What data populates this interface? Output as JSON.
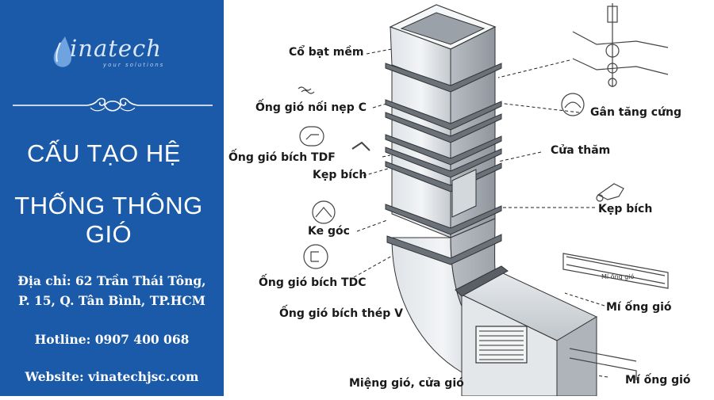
{
  "brand": {
    "logo_text": "inatech",
    "logo_tagline": "your solutions",
    "logo_color": "#dbe8fb"
  },
  "title": {
    "line1": "CẤU TẠO  HỆ",
    "line2": "THỐNG THÔNG GIÓ"
  },
  "contact": {
    "address_line1": "Địa chỉ: 62 Trần Thái Tông,",
    "address_line2": "P. 15, Q. Tân Bình, TP.HCM",
    "hotline": "Hotline: 0907 400 068",
    "website": "Website: vinatechjsc.com"
  },
  "diagram_labels": {
    "co_bat_mem": "Cổ bạt mềm",
    "ong_gio_noi_nep_c": "Ống gió nối nẹp C",
    "ong_gio_bich_tdf": "Ống gió bích TDF",
    "kep_bich_left": "Kẹp bích",
    "ke_goc": "Ke góc",
    "ong_gio_bich_tdc": "Ống gió bích TDC",
    "ong_gio_bich_thep_v": "Ống gió bích thép V",
    "mieng_gio_cua_gio": "Miệng gió, cửa gió",
    "gan_tang_cung": "Gân tăng cứng",
    "cua_tham": "Cửa thăm",
    "kep_bich_right": "Kẹp bích",
    "mi_ong_gio_small": "Mí ống gió",
    "mi_ong_gio_1": "Mí ống gió",
    "mi_ong_gio_2": "Mí ống gió"
  },
  "colors": {
    "panel_blue": "#1a5aa8",
    "text_dark": "#1a1a1a",
    "duct_light": "#eef0f2",
    "duct_mid": "#c9ced3",
    "duct_dark": "#8e959c",
    "flange": "#5a5f66"
  },
  "icons": [
    "water-drop-logo-icon",
    "scroll-ornament-icon"
  ]
}
